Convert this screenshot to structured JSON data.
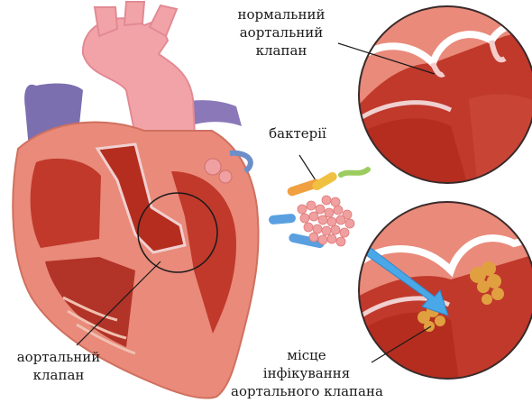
{
  "labels": {
    "normal_valve": [
      "нормальний",
      "аортальний",
      "клапан"
    ],
    "bacteria": "бактерії",
    "aortic_valve": [
      "аортальний",
      "клапан"
    ],
    "infection_site": [
      "місце",
      "інфікування",
      "аортального клапана"
    ]
  },
  "colors": {
    "heart_muscle": "#e98a7a",
    "heart_dark": "#c0392b",
    "aorta_pink": "#f2a3a8",
    "vein_purple": "#7b6fb0",
    "vein_blue": "#6d8fc9",
    "vegetation": "#e0a040",
    "bacteria_orange": "#f0a040",
    "bacteria_pink": "#f0a0a0",
    "bacteria_green": "#9ccc60",
    "bacteria_blue": "#5aa0e0",
    "arrow_blue": "#4aa8e8"
  }
}
